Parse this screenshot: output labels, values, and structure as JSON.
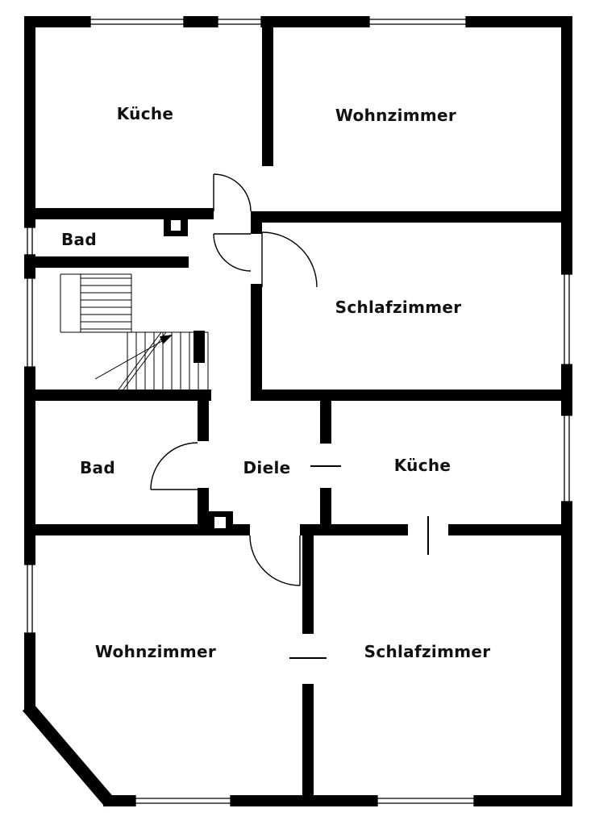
{
  "colors": {
    "wall": "#000000",
    "background": "#ffffff",
    "label_text": "#111111"
  },
  "rooms": {
    "kueche_top": {
      "label": "Küche"
    },
    "wohnzimmer_top": {
      "label": "Wohnzimmer"
    },
    "bad_upper": {
      "label": "Bad"
    },
    "schlafzimmer_mid": {
      "label": "Schlafzimmer"
    },
    "bad_lower": {
      "label": "Bad"
    },
    "diele": {
      "label": "Diele"
    },
    "kueche_right": {
      "label": "Küche"
    },
    "wohnzimmer_bottom": {
      "label": "Wohnzimmer"
    },
    "schlafzimmer_bottom": {
      "label": "Schlafzimmer"
    }
  }
}
